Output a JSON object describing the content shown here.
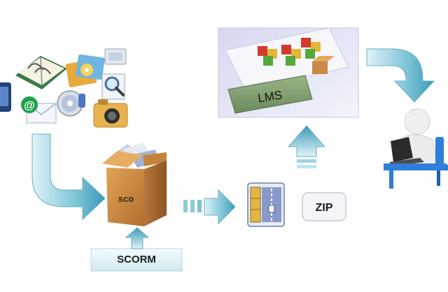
{
  "diagram": {
    "labels": {
      "lms": "LMS",
      "sco": "sco",
      "zip": "ZIP",
      "scorm": "SCORM"
    },
    "colors": {
      "arrow_light": "#bfe4ef",
      "arrow_dark": "#3b9ab7",
      "box_light": "#d99a4a",
      "box_dark": "#a4652a",
      "lms_button": "#7c9a6a",
      "chair_blue": "#2f7ed8"
    },
    "icons": [
      "stack-of-images-icon",
      "book-icon",
      "media-cards-icon",
      "email-icon",
      "cd-icon",
      "camera-icon",
      "magnifier-icon",
      "folder-icon",
      "scorm-package-box-icon",
      "zip-archive-icon",
      "colored-cubes-icon",
      "user-at-computer-icon"
    ]
  }
}
